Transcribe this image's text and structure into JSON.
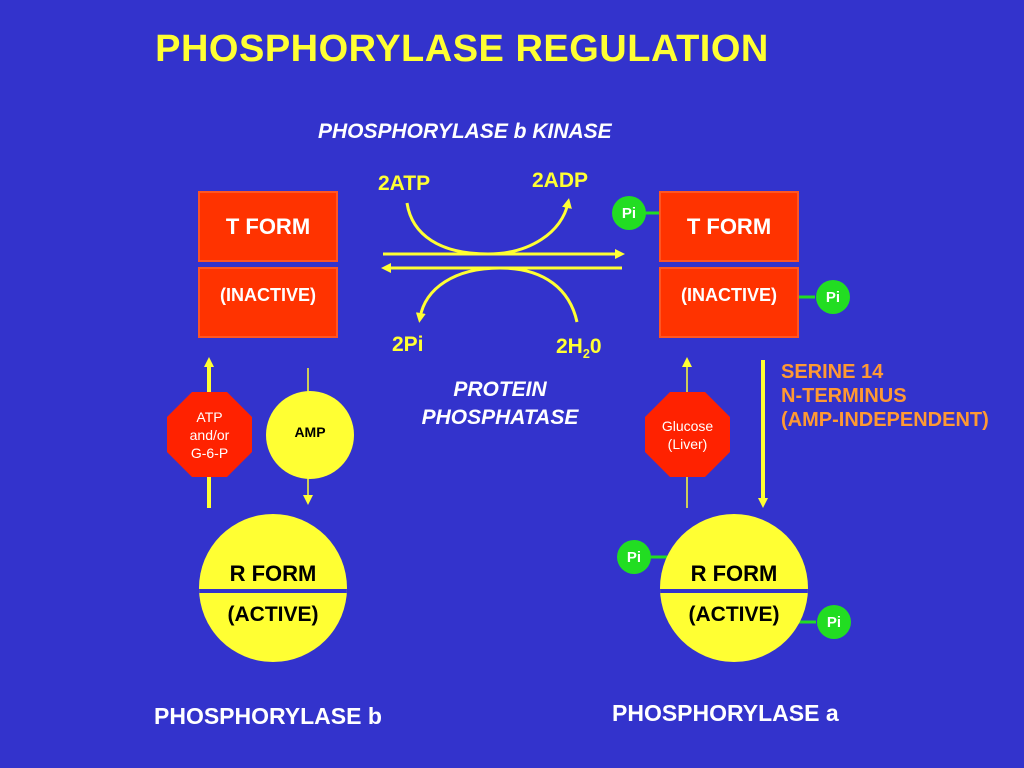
{
  "title": "PHOSPHORYLASE REGULATION",
  "kinase_label": {
    "prefix": "PHOSPHORYLASE ",
    "italic_b": "b",
    "suffix": " KINASE"
  },
  "reaction": {
    "atp": "2ATP",
    "adp": "2ADP",
    "pi": "2Pi",
    "h2o_main": "2H",
    "h2o_sub": "2",
    "h2o_end": "0"
  },
  "phosphatase_label": {
    "line1": "PROTEIN",
    "line2": "PHOSPHATASE"
  },
  "left": {
    "t_form": "T FORM",
    "t_state": "(INACTIVE)",
    "inhibitor": {
      "line1": "ATP",
      "line2": "and/or",
      "line3": "G-6-P"
    },
    "activator": "AMP",
    "r_form": "R FORM",
    "r_state": "(ACTIVE)",
    "caption": "PHOSPHORYLASE b"
  },
  "right": {
    "t_form": "T FORM",
    "t_state": "(INACTIVE)",
    "inhibitor": {
      "line1": "Glucose",
      "line2": "(Liver)"
    },
    "r_form": "R FORM",
    "r_state": "(ACTIVE)",
    "caption": "PHOSPHORYLASE a",
    "pi_label": "Pi",
    "serine_note": {
      "line1": "SERINE 14",
      "line2": "N-TERMINUS",
      "line3": "(AMP-INDEPENDENT)"
    }
  },
  "colors": {
    "background": "#3333cc",
    "title": "#ffff33",
    "box": "#ff3300",
    "circle": "#ffff33",
    "octagon": "#ff2200",
    "pi_badge": "#22dd22",
    "note": "#ff9933"
  }
}
